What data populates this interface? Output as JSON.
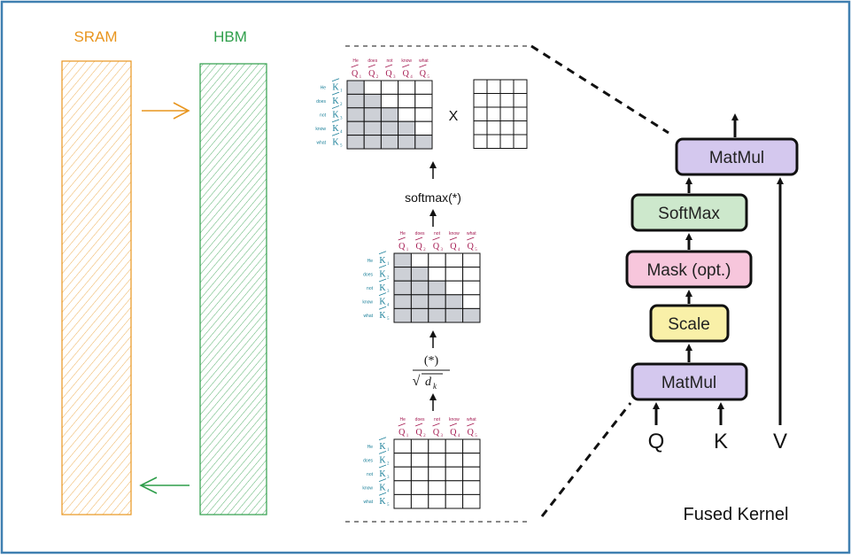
{
  "memory": {
    "sram": {
      "label": "SRAM",
      "color": "#E8951E"
    },
    "hbm": {
      "label": "HBM",
      "color": "#2E9E4A"
    }
  },
  "attention": {
    "query_words": [
      "He",
      "does",
      "not",
      "know",
      "what"
    ],
    "key_words": [
      "He",
      "does",
      "not",
      "know",
      "what"
    ],
    "query_symbol": "Q",
    "key_symbol": "K",
    "subscripts": [
      "1",
      "2",
      "3",
      "4",
      "5"
    ],
    "query_color": "#A3174F",
    "key_color": "#1A7F99",
    "mask_color": "#CDD0D6",
    "multiply_symbol": "X",
    "softmax_label": "softmax(*)",
    "scale_numerator": "(*)",
    "scale_root": "√",
    "scale_d": "d",
    "scale_sub": "k"
  },
  "kernel": {
    "title": "Fused Kernel",
    "blocks": [
      {
        "label": "MatMul",
        "color": "#D4C8EE"
      },
      {
        "label": "SoftMax",
        "color": "#CDE8CC"
      },
      {
        "label": "Mask (opt.)",
        "color": "#F7C6DC"
      },
      {
        "label": "Scale",
        "color": "#F9F0A8"
      },
      {
        "label": "MatMul",
        "color": "#D4C8EE"
      }
    ],
    "inputs": [
      "Q",
      "K",
      "V"
    ]
  }
}
